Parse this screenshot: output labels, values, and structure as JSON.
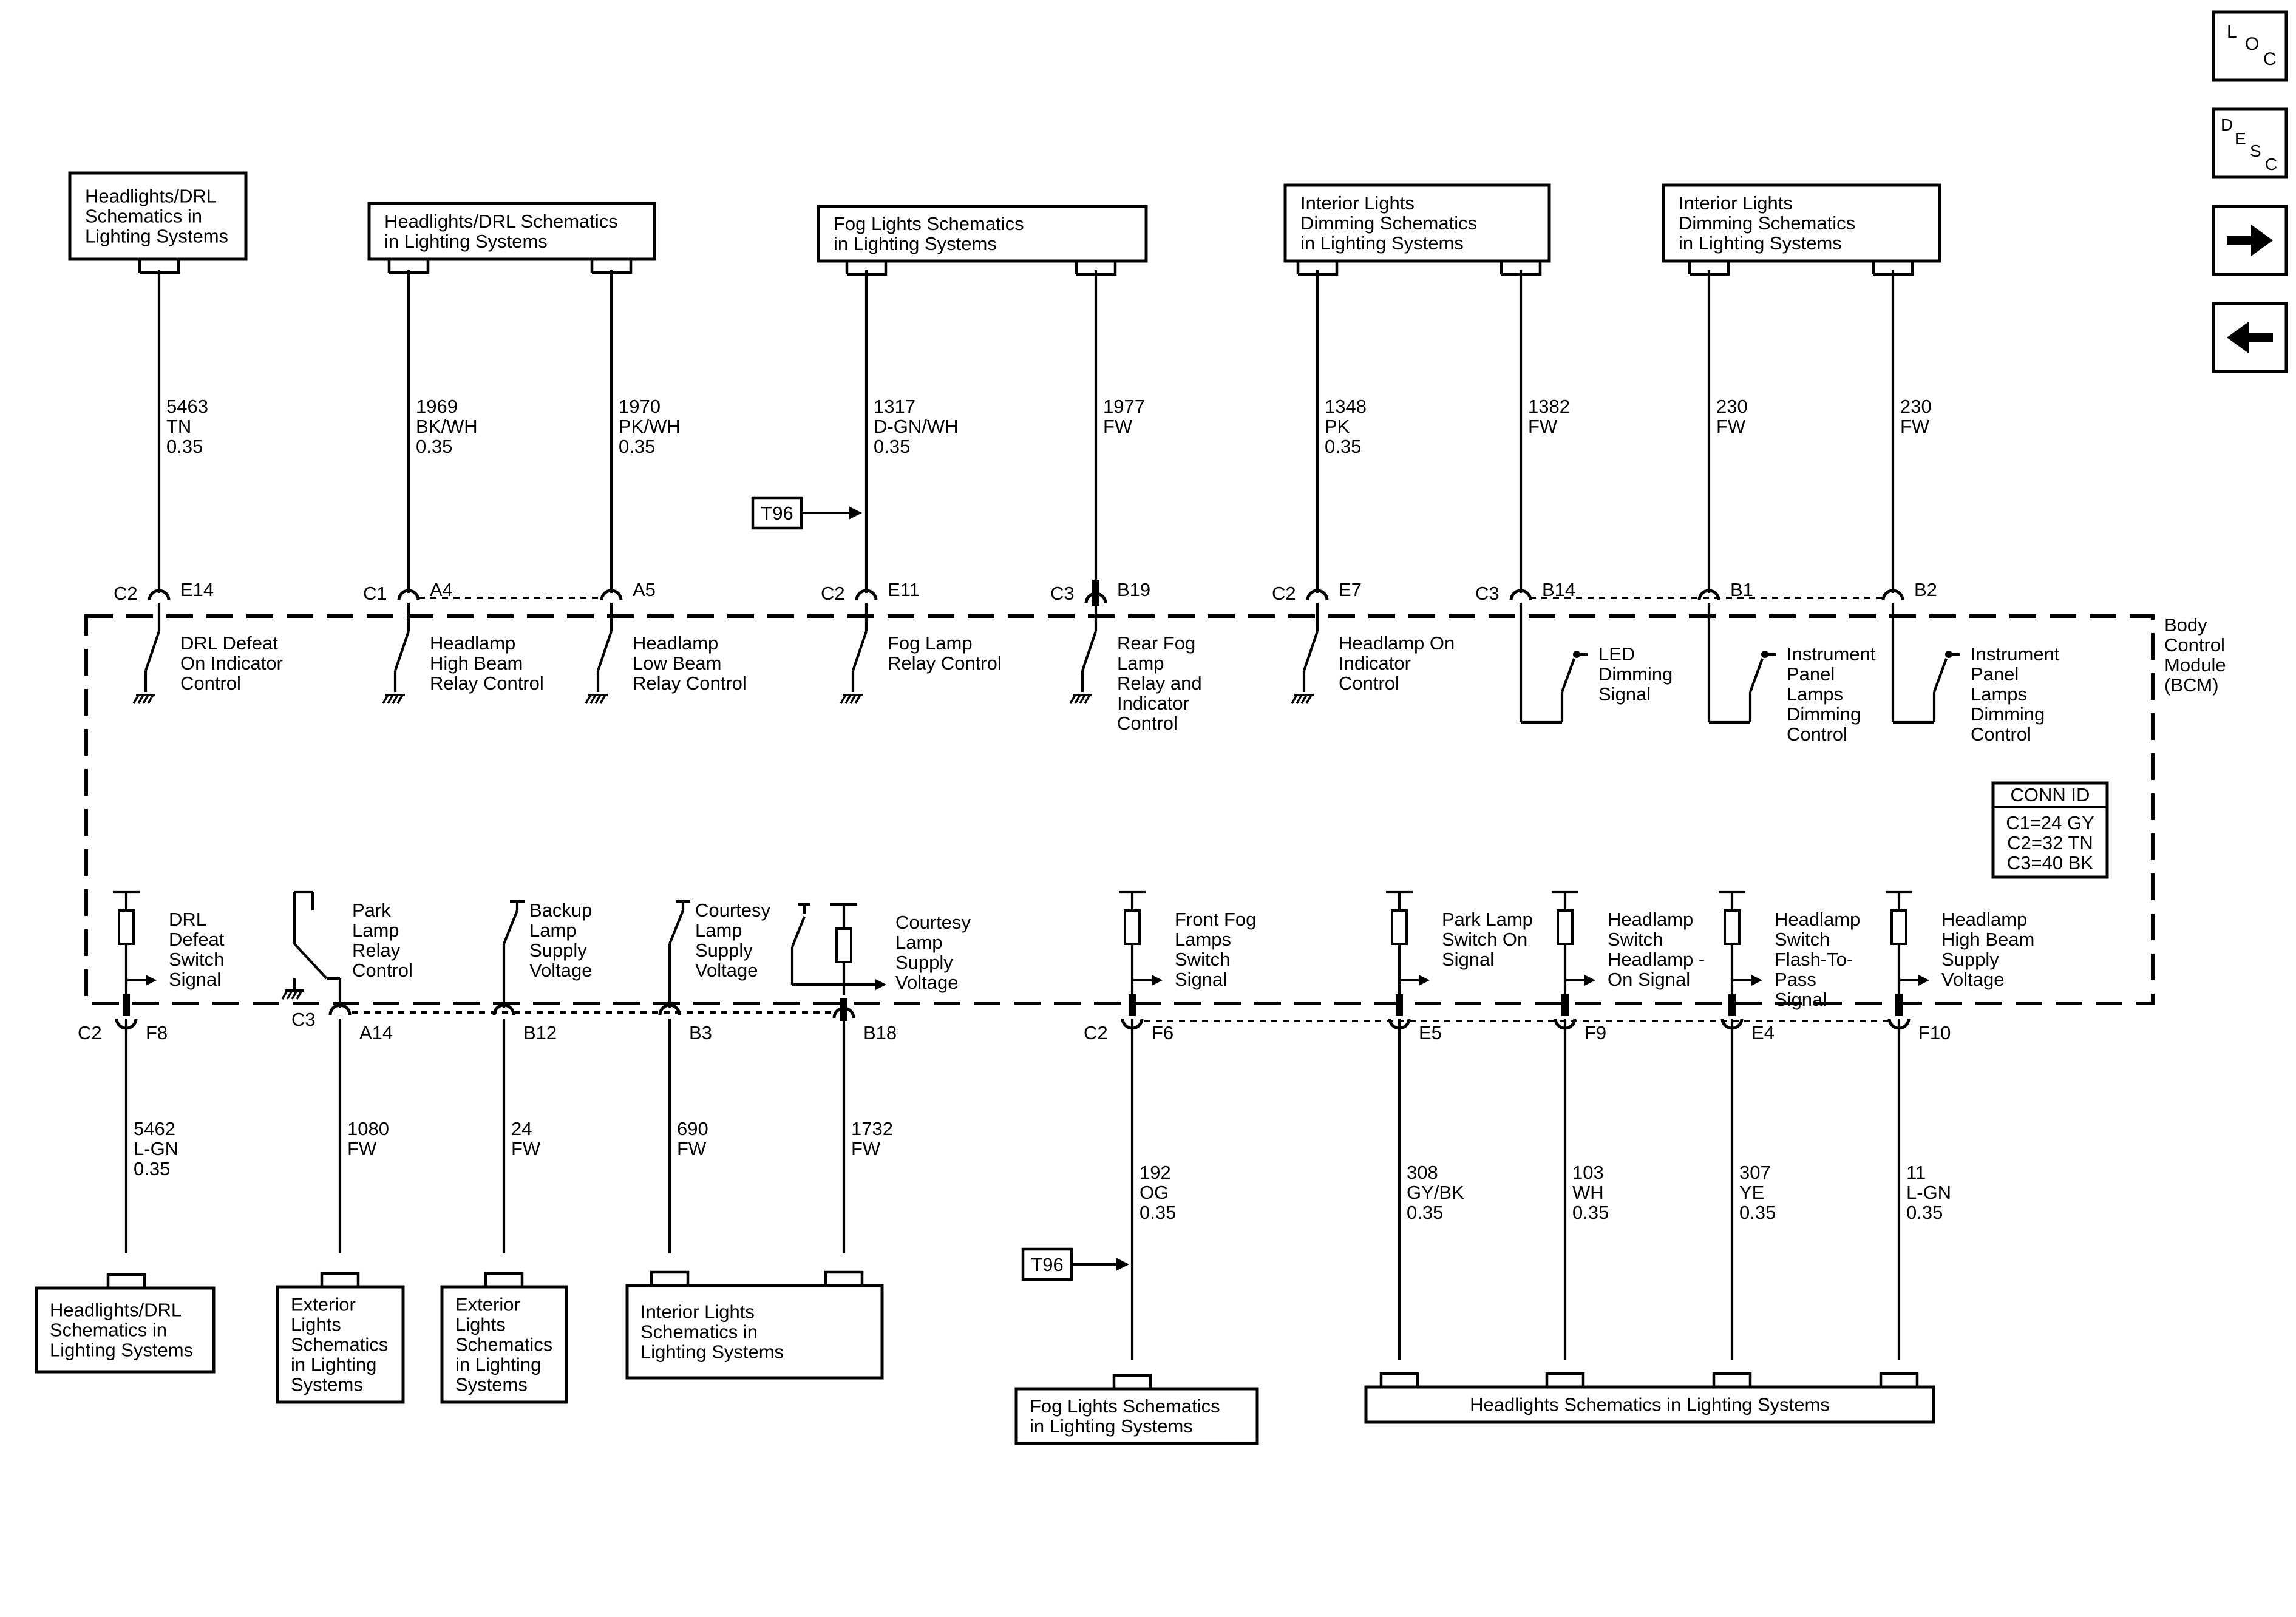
{
  "module": {
    "name_lines": [
      "Body",
      "Control",
      "Module",
      "(BCM)"
    ],
    "conn_id_title": "CONN ID",
    "conn_ids": [
      "C1=24 GY",
      "C2=32 TN",
      "C3=40 BK"
    ]
  },
  "nav": {
    "loc": [
      "L",
      "O",
      "C"
    ],
    "desc": [
      "D",
      "E",
      "S",
      "C"
    ],
    "next_icon": "arrow-right-icon",
    "prev_icon": "arrow-left-icon"
  },
  "top_boxes": [
    {
      "lines": [
        "Headlights/DRL",
        "Schematics in",
        "Lighting Systems"
      ]
    },
    {
      "lines": [
        "Headlights/DRL Schematics",
        "in Lighting Systems"
      ]
    },
    {
      "lines": [
        "Fog Lights Schematics",
        "in Lighting Systems"
      ]
    },
    {
      "lines": [
        "Interior Lights",
        "Dimming Schematics",
        "in Lighting Systems"
      ]
    },
    {
      "lines": [
        "Interior Lights",
        "Dimming Schematics",
        "in Lighting Systems"
      ]
    }
  ],
  "bottom_boxes": [
    {
      "lines": [
        "Headlights/DRL",
        "Schematics in",
        "Lighting Systems"
      ]
    },
    {
      "lines": [
        "Exterior",
        "Lights",
        "Schematics",
        "in Lighting",
        "Systems"
      ]
    },
    {
      "lines": [
        "Exterior",
        "Lights",
        "Schematics",
        "in Lighting",
        "Systems"
      ]
    },
    {
      "lines": [
        "Interior Lights",
        "Schematics in",
        "Lighting Systems"
      ]
    },
    {
      "lines": [
        "Fog Lights Schematics",
        "in Lighting Systems"
      ]
    },
    {
      "lines": [
        "Headlights Schematics in Lighting Systems"
      ]
    }
  ],
  "top_circuits": [
    {
      "wire": [
        "5463",
        "TN",
        "0.35"
      ],
      "connector": "C2",
      "pin": "E14",
      "function": [
        "DRL Defeat",
        "On Indicator",
        "Control"
      ]
    },
    {
      "wire": [
        "1969",
        "BK/WH",
        "0.35"
      ],
      "connector": "C1",
      "pin": "A4",
      "function": [
        "Headlamp",
        "High Beam",
        "Relay Control"
      ]
    },
    {
      "wire": [
        "1970",
        "PK/WH",
        "0.35"
      ],
      "connector": "",
      "pin": "A5",
      "function": [
        "Headlamp",
        "Low Beam",
        "Relay Control"
      ]
    },
    {
      "wire": [
        "1317",
        "D-GN/WH",
        "0.35"
      ],
      "connector": "C2",
      "pin": "E11",
      "function": [
        "Fog Lamp",
        "Relay Control"
      ]
    },
    {
      "wire": [
        "1977",
        "FW"
      ],
      "connector": "C3",
      "pin": "B19",
      "function": [
        "Rear Fog",
        "Lamp",
        "Relay and",
        "Indicator",
        "Control"
      ]
    },
    {
      "wire": [
        "1348",
        "PK",
        "0.35"
      ],
      "connector": "C2",
      "pin": "E7",
      "function": [
        "Headlamp On",
        "Indicator",
        "Control"
      ]
    },
    {
      "wire": [
        "1382",
        "FW"
      ],
      "connector": "C3",
      "pin": "B14",
      "function": [
        "LED",
        "Dimming",
        "Signal"
      ]
    },
    {
      "wire": [
        "230",
        "FW"
      ],
      "connector": "",
      "pin": "B1",
      "function": [
        "Instrument",
        "Panel",
        "Lamps",
        "Dimming",
        "Control"
      ]
    },
    {
      "wire": [
        "230",
        "FW"
      ],
      "connector": "",
      "pin": "B2",
      "function": [
        "Instrument",
        "Panel",
        "Lamps",
        "Dimming",
        "Control"
      ]
    }
  ],
  "bottom_circuits": [
    {
      "wire": [
        "5462",
        "L-GN",
        "0.35"
      ],
      "connector": "C2",
      "pin": "F8",
      "function": [
        "DRL",
        "Defeat",
        "Switch",
        "Signal"
      ]
    },
    {
      "wire": [
        "1080",
        "FW"
      ],
      "connector": "C3",
      "pin": "A14",
      "function": [
        "Park",
        "Lamp",
        "Relay",
        "Control"
      ]
    },
    {
      "wire": [
        "24",
        "FW"
      ],
      "connector": "",
      "pin": "B12",
      "function": [
        "Backup",
        "Lamp",
        "Supply",
        "Voltage"
      ]
    },
    {
      "wire": [
        "690",
        "FW"
      ],
      "connector": "",
      "pin": "B3",
      "function": [
        "Courtesy",
        "Lamp",
        "Supply",
        "Voltage"
      ]
    },
    {
      "wire": [
        "1732",
        "FW"
      ],
      "connector": "",
      "pin": "B18",
      "function": [
        "Courtesy",
        "Lamp",
        "Supply",
        "Voltage"
      ]
    },
    {
      "wire": [
        "192",
        "OG",
        "0.35"
      ],
      "connector": "C2",
      "pin": "F6",
      "function": [
        "Front Fog",
        "Lamps",
        "Switch",
        "Signal"
      ]
    },
    {
      "wire": [
        "308",
        "GY/BK",
        "0.35"
      ],
      "connector": "",
      "pin": "E5",
      "function": [
        "Park Lamp",
        "Switch On",
        "Signal"
      ]
    },
    {
      "wire": [
        "103",
        "WH",
        "0.35"
      ],
      "connector": "",
      "pin": "F9",
      "function": [
        "Headlamp",
        "Switch",
        "Headlamp -",
        "On Signal"
      ]
    },
    {
      "wire": [
        "307",
        "YE",
        "0.35"
      ],
      "connector": "",
      "pin": "E4",
      "function": [
        "Headlamp",
        "Switch",
        "Flash-To-",
        "Pass",
        "Signal"
      ]
    },
    {
      "wire": [
        "11",
        "L-GN",
        "0.35"
      ],
      "connector": "",
      "pin": "F10",
      "function": [
        "Headlamp",
        "High Beam",
        "Supply",
        "Voltage"
      ]
    }
  ],
  "references": [
    {
      "label": "T96"
    },
    {
      "label": "T96"
    }
  ]
}
